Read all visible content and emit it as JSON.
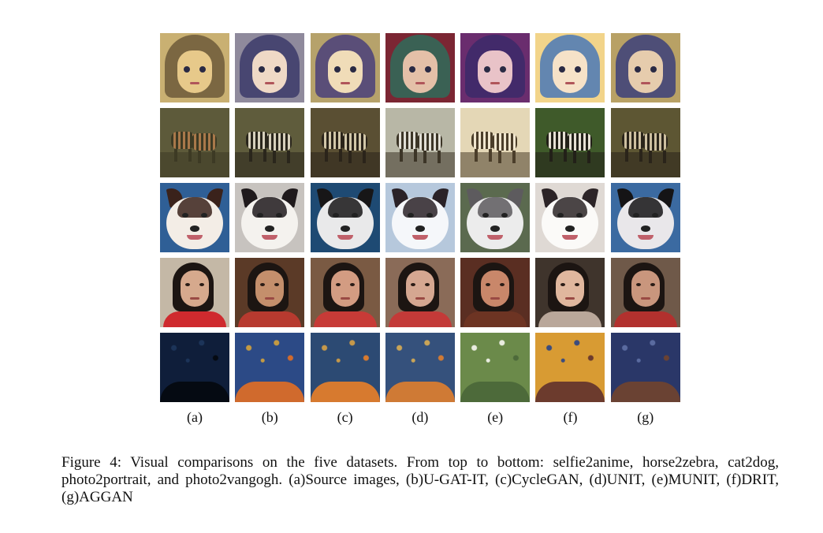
{
  "figure": {
    "column_labels": [
      "(a)",
      "(b)",
      "(c)",
      "(d)",
      "(e)",
      "(f)",
      "(g)"
    ],
    "rows": [
      {
        "cells": [
          {
            "subject": "blonde-woman-photo",
            "bg": "#c9b072",
            "fg": "#e7c98a",
            "accent": "#6d5a3a"
          },
          {
            "subject": "anime-girl-cap",
            "bg": "#8f8a9c",
            "fg": "#efd9c6",
            "accent": "#3c3a6a"
          },
          {
            "subject": "anime-girl-cap",
            "bg": "#b6a26b",
            "fg": "#f0dcb8",
            "accent": "#4a3f7a"
          },
          {
            "subject": "anime-girl-red-hood",
            "bg": "#7b2633",
            "fg": "#e4c0a8",
            "accent": "#2f6c5a"
          },
          {
            "subject": "anime-girl-purple-hood",
            "bg": "#6a2d6e",
            "fg": "#e9c3c8",
            "accent": "#3b2a6a"
          },
          {
            "subject": "anime-girl-blonde",
            "bg": "#f2d48a",
            "fg": "#f6e2c8",
            "accent": "#4a78b6"
          },
          {
            "subject": "anime-girl-cap-tongue",
            "bg": "#b8a165",
            "fg": "#e6ccad",
            "accent": "#3b3f7a"
          }
        ]
      },
      {
        "cells": [
          {
            "subject": "horses-field",
            "bg": "#5d5a3a",
            "fg": "#a9784a",
            "accent": "#3d3a24"
          },
          {
            "subject": "zebras-field",
            "bg": "#5f5c3c",
            "fg": "#d7d0bc",
            "accent": "#2a261c"
          },
          {
            "subject": "zebras-field",
            "bg": "#5a4f33",
            "fg": "#d1c6a8",
            "accent": "#2b241a"
          },
          {
            "subject": "zebras-light",
            "bg": "#b8b7a6",
            "fg": "#e2dfd6",
            "accent": "#3c3527"
          },
          {
            "subject": "zebras-savanna",
            "bg": "#e4d7b6",
            "fg": "#f0e6cf",
            "accent": "#4b3e2a"
          },
          {
            "subject": "zebras-green",
            "bg": "#3f5a2a",
            "fg": "#e6e0d4",
            "accent": "#222018"
          },
          {
            "subject": "zebras-field",
            "bg": "#5d5633",
            "fg": "#cdbfa0",
            "accent": "#2a241a"
          }
        ]
      },
      {
        "cells": [
          {
            "subject": "siamese-cat",
            "bg": "#2f5f96",
            "fg": "#f3ede6",
            "accent": "#3a221b"
          },
          {
            "subject": "husky",
            "bg": "#c7c3bf",
            "fg": "#f4f2ee",
            "accent": "#1f1a1c"
          },
          {
            "subject": "husky-dark",
            "bg": "#1e4a73",
            "fg": "#e9e9ea",
            "accent": "#171617"
          },
          {
            "subject": "samoyed",
            "bg": "#b6c8dc",
            "fg": "#f5f7fa",
            "accent": "#2a2227"
          },
          {
            "subject": "husky-grey",
            "bg": "#5b6a4f",
            "fg": "#ececec",
            "accent": "#5d5b5e"
          },
          {
            "subject": "samoyed",
            "bg": "#dfd9d4",
            "fg": "#fbfaf8",
            "accent": "#2c2427"
          },
          {
            "subject": "cat-dog-dark",
            "bg": "#3b6aa1",
            "fg": "#e9e7ea",
            "accent": "#151416"
          }
        ]
      },
      {
        "cells": [
          {
            "subject": "woman-red-top",
            "bg": "#c4b8a6",
            "fg": "#d6a98d",
            "accent": "#cf2a2e"
          },
          {
            "subject": "portrait-red",
            "bg": "#5b3a27",
            "fg": "#c48f6c",
            "accent": "#b73a2f"
          },
          {
            "subject": "portrait-painted",
            "bg": "#7a5a43",
            "fg": "#d39c82",
            "accent": "#c73b37"
          },
          {
            "subject": "portrait-painted",
            "bg": "#8a6b58",
            "fg": "#d5a791",
            "accent": "#c33a38"
          },
          {
            "subject": "portrait-oil",
            "bg": "#5a2e22",
            "fg": "#c9876a",
            "accent": "#6d3423"
          },
          {
            "subject": "portrait-oil-light",
            "bg": "#3f342c",
            "fg": "#e0b79e",
            "accent": "#b9a79a"
          },
          {
            "subject": "portrait-painted",
            "bg": "#6f5949",
            "fg": "#c9967d",
            "accent": "#b2312e"
          }
        ]
      },
      {
        "cells": [
          {
            "subject": "night-sky",
            "bg": "#0f1e3a",
            "fg": "#1c3459",
            "accent": "#050a12"
          },
          {
            "subject": "starry-painting",
            "bg": "#2c4a86",
            "fg": "#c49a42",
            "accent": "#d06a2d"
          },
          {
            "subject": "starry-painting",
            "bg": "#2c4a73",
            "fg": "#c5984a",
            "accent": "#d77a2f"
          },
          {
            "subject": "starry-painting",
            "bg": "#35517c",
            "fg": "#c9a457",
            "accent": "#cf7a35"
          },
          {
            "subject": "green-white-painting",
            "bg": "#6b8a4a",
            "fg": "#e9ece0",
            "accent": "#4d6a3a"
          },
          {
            "subject": "orange-blue-painting",
            "bg": "#d89b33",
            "fg": "#3b4c7d",
            "accent": "#6c3b2d"
          },
          {
            "subject": "dark-blue-painting",
            "bg": "#2a3768",
            "fg": "#5a6ba0",
            "accent": "#6a4233"
          }
        ]
      }
    ]
  },
  "caption": "Figure 4: Visual comparisons on the five datasets. From top to bottom: selfie2anime, horse2zebra, cat2dog, photo2portrait, and photo2vangogh. (a)Source images, (b)U-GAT-IT, (c)CycleGAN, (d)UNIT, (e)MUNIT, (f)DRIT, (g)AGGAN"
}
